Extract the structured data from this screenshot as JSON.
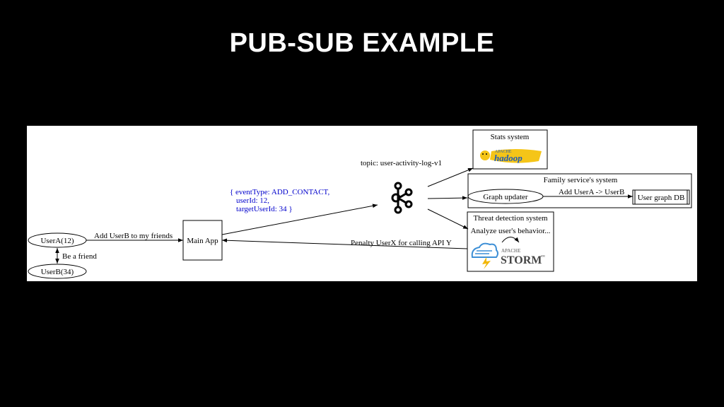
{
  "slide": {
    "title": "PUB-SUB EXAMPLE"
  },
  "diagram": {
    "nodes": {
      "user_a": "UserA(12)",
      "user_b": "UserB(34)",
      "main_app": "Main App",
      "stats_system": "Stats system",
      "family_system": "Family service's system",
      "graph_updater": "Graph updater",
      "user_graph_db": "User graph DB",
      "threat_system": "Threat detection system",
      "analyze": "Analyze user's behavior..."
    },
    "logos": {
      "hadoop_small": "APACHE",
      "hadoop_main": "hadoop",
      "storm_small": "APACHE",
      "storm_main": "STORM",
      "storm_tm": "™"
    },
    "edges": {
      "add_friend": "Add UserB to my friends",
      "be_friend": "Be a friend",
      "topic": "topic: user-activity-log-v1",
      "event_line1": "{ eventType: ADD_CONTACT,",
      "event_line2": "userId: 12,",
      "event_line3": "targetUserId: 34 }",
      "add_edge": "Add UserA -> UserB",
      "penalty": "Penalty UserX for calling API Y"
    },
    "colors": {
      "event_text": "#0000cc",
      "hadoop_yellow": "#f5c518",
      "hadoop_blue": "#1f5bb5",
      "storm_blue": "#3d8fd6",
      "storm_yellow": "#f2b705"
    }
  }
}
